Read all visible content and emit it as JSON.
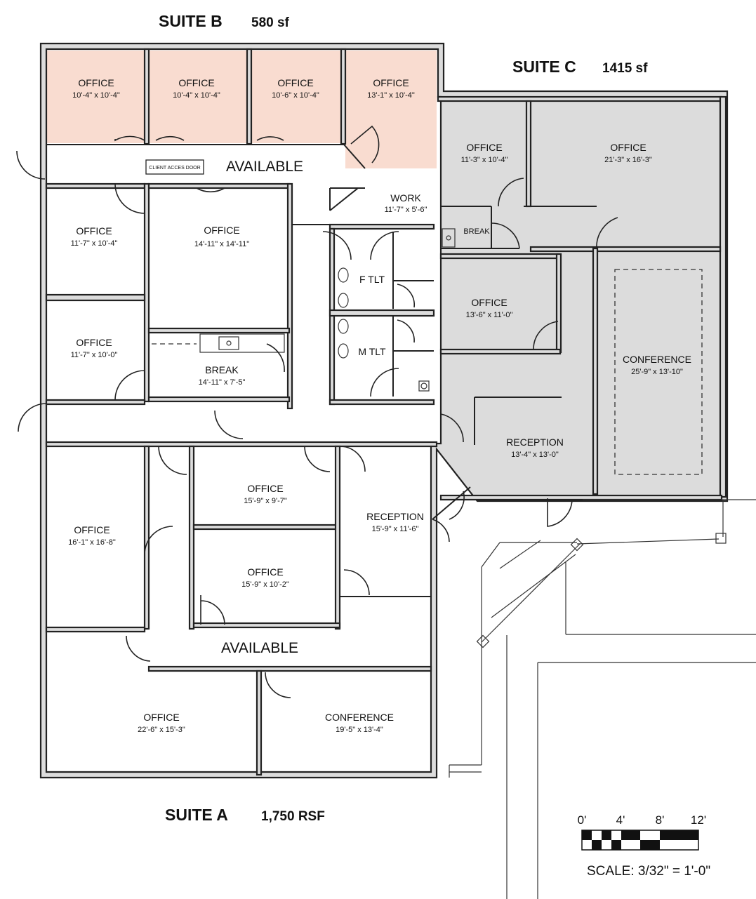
{
  "suites": {
    "b": {
      "name": "SUITE B",
      "area": "580 sf"
    },
    "c": {
      "name": "SUITE C",
      "area": "1415 sf"
    },
    "a": {
      "name": "SUITE A",
      "area": "1,750 RSF"
    }
  },
  "colors": {
    "suite_b_fill": "#f9dcd0",
    "suite_c_fill": "#fdf5d8",
    "wall": "#222222"
  },
  "labels": {
    "available_top": "AVAILABLE",
    "available_bottom": "AVAILABLE",
    "client_access_door": "CLIENT ACCES DOOR",
    "work_name": "WORK",
    "work_dim": "11'-7\" x 5'-6\"",
    "break_c": "BREAK",
    "f_tlt": "F TLT",
    "m_tlt": "M TLT"
  },
  "rooms": {
    "b1": {
      "name": "OFFICE",
      "dim": "10'-4\" x 10'-4\""
    },
    "b2": {
      "name": "OFFICE",
      "dim": "10'-4\" x 10'-4\""
    },
    "b3": {
      "name": "OFFICE",
      "dim": "10'-6\" x 10'-4\""
    },
    "b4": {
      "name": "OFFICE",
      "dim": "13'-1\" x 10'-4\""
    },
    "c1": {
      "name": "OFFICE",
      "dim": "11'-3\" x 10'-4\""
    },
    "c2": {
      "name": "OFFICE",
      "dim": "21'-3\" x 16'-3\""
    },
    "c3": {
      "name": "OFFICE",
      "dim": "13'-6\" x 11'-0\""
    },
    "c4": {
      "name": "CONFERENCE",
      "dim": "25'-9\" x 13'-10\""
    },
    "c5": {
      "name": "RECEPTION",
      "dim": "13'-4\" x 13'-0\""
    },
    "m1": {
      "name": "OFFICE",
      "dim": "11'-7\" x 10'-4\""
    },
    "m2": {
      "name": "OFFICE",
      "dim": "14'-11\" x 14'-11\""
    },
    "m3": {
      "name": "OFFICE",
      "dim": "11'-7\" x 10'-0\""
    },
    "m4": {
      "name": "BREAK",
      "dim": "14'-11\" x 7'-5\""
    },
    "a1": {
      "name": "OFFICE",
      "dim": "16'-1\" x 16'-8\""
    },
    "a2": {
      "name": "OFFICE",
      "dim": "15'-9\" x 9'-7\""
    },
    "a3": {
      "name": "OFFICE",
      "dim": "15'-9\" x 10'-2\""
    },
    "a4": {
      "name": "RECEPTION",
      "dim": "15'-9\" x 11'-6\""
    },
    "a5": {
      "name": "OFFICE",
      "dim": "22'-6\" x 15'-3\""
    },
    "a6": {
      "name": "CONFERENCE",
      "dim": "19'-5\" x 13'-4\""
    }
  },
  "scale": {
    "ticks": [
      "0'",
      "4'",
      "8'",
      "12'"
    ],
    "label": "SCALE:  3/32\" = 1'-0\""
  }
}
